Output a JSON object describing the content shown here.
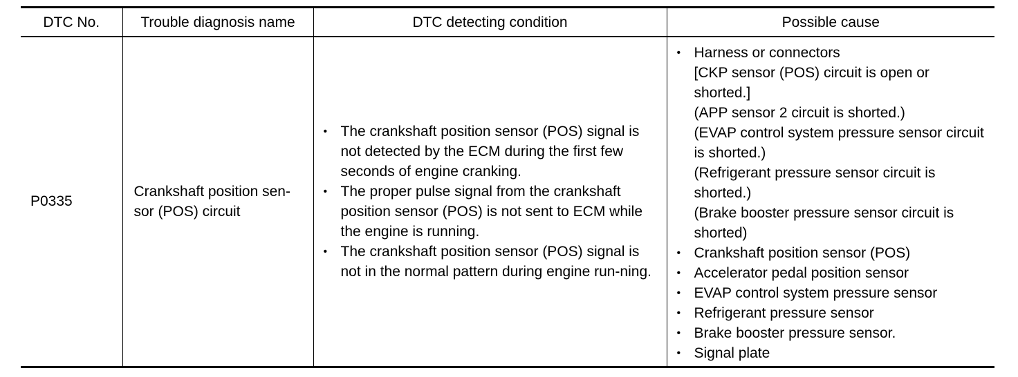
{
  "table": {
    "headers": {
      "dtc_no": "DTC No.",
      "name": "Trouble diagnosis name",
      "condition": "DTC detecting condition",
      "cause": "Possible cause"
    },
    "row": {
      "dtc_no": "P0335",
      "name": "Crankshaft position sen-sor (POS) circuit",
      "conditions": [
        "The crankshaft position sensor (POS) signal is not detected by the ECM during the first few seconds of engine cranking.",
        "The proper pulse signal from the crankshaft position sensor (POS) is not sent to ECM while the engine is running.",
        "The crankshaft position sensor (POS) signal is not in the normal pattern during engine run-ning."
      ],
      "causes": {
        "first": "Harness or connectors",
        "first_details": [
          "[CKP sensor (POS) circuit is open or shorted.]",
          "(APP sensor 2 circuit is shorted.)",
          "(EVAP control system pressure sensor circuit is shorted.)",
          "(Refrigerant pressure sensor circuit is shorted.)",
          "(Brake booster pressure sensor circuit is shorted)"
        ],
        "others": [
          "Crankshaft position sensor (POS)",
          "Accelerator pedal position sensor",
          "EVAP control system pressure sensor",
          "Refrigerant pressure sensor",
          "Brake booster pressure sensor.",
          "Signal plate"
        ]
      }
    }
  }
}
